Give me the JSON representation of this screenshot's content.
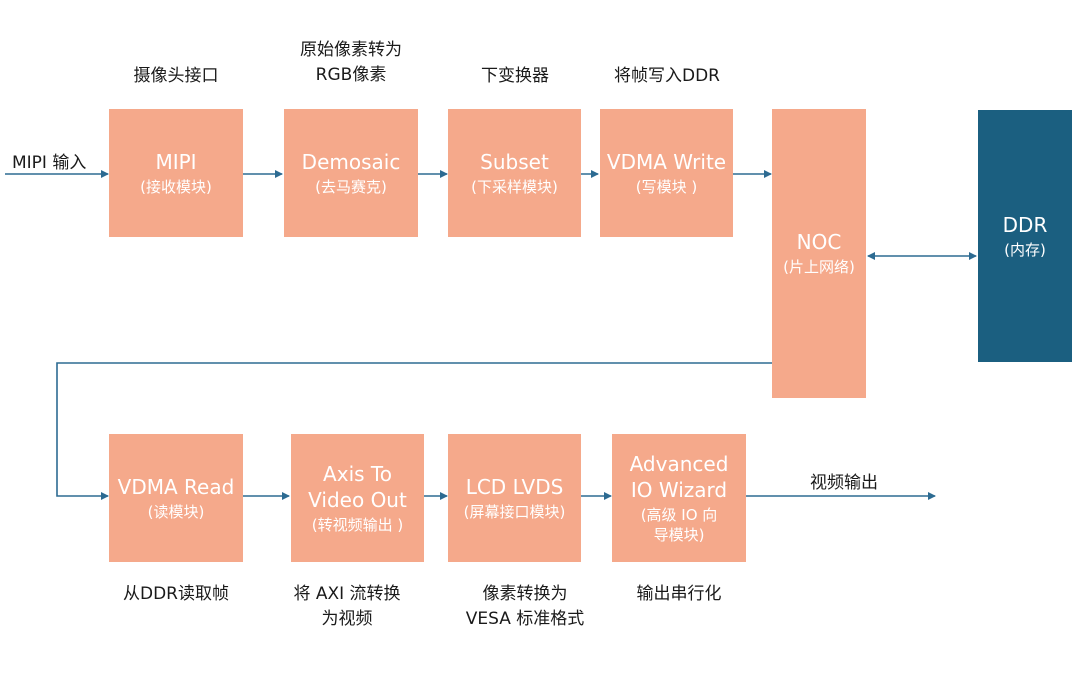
{
  "blocks": {
    "mipi": {
      "title": "MIPI",
      "sub": "(接收模块)"
    },
    "demosaic": {
      "title": "Demosaic",
      "sub": "(去马赛克)"
    },
    "subset": {
      "title": "Subset",
      "sub": "(下采样模块)"
    },
    "vdma_write": {
      "title": "VDMA Write",
      "sub": "(写模块 )"
    },
    "noc": {
      "title": "NOC",
      "sub": "(片上网络)"
    },
    "ddr": {
      "title": "DDR",
      "sub": "(内存)"
    },
    "vdma_read": {
      "title": "VDMA Read",
      "sub": "(读模块)"
    },
    "axis_to_video": {
      "title": "Axis To\nVideo Out",
      "sub": "(转视频输出 )"
    },
    "lcd_lvds": {
      "title": "LCD LVDS",
      "sub": "(屏幕接口模块)"
    },
    "adv_io": {
      "title": "Advanced\nIO Wizard",
      "sub": "(高级 IO 向\n导模块)"
    }
  },
  "captions": {
    "mipi": "摄像头接口",
    "demosaic": "原始像素转为\nRGB像素",
    "subset": "下变换器",
    "vdma_write": "将帧写入DDR",
    "vdma_read": "从DDR读取帧",
    "axis_to_video": "将 AXI 流转换\n为视频",
    "lcd_lvds": "像素转换为\nVESA 标准格式",
    "adv_io": "输出串行化"
  },
  "io": {
    "input": "MIPI 输入",
    "output": "视频输出"
  },
  "colors": {
    "block": "#f5a98b",
    "ddr": "#1b5f80",
    "connector": "#2d6b92"
  }
}
